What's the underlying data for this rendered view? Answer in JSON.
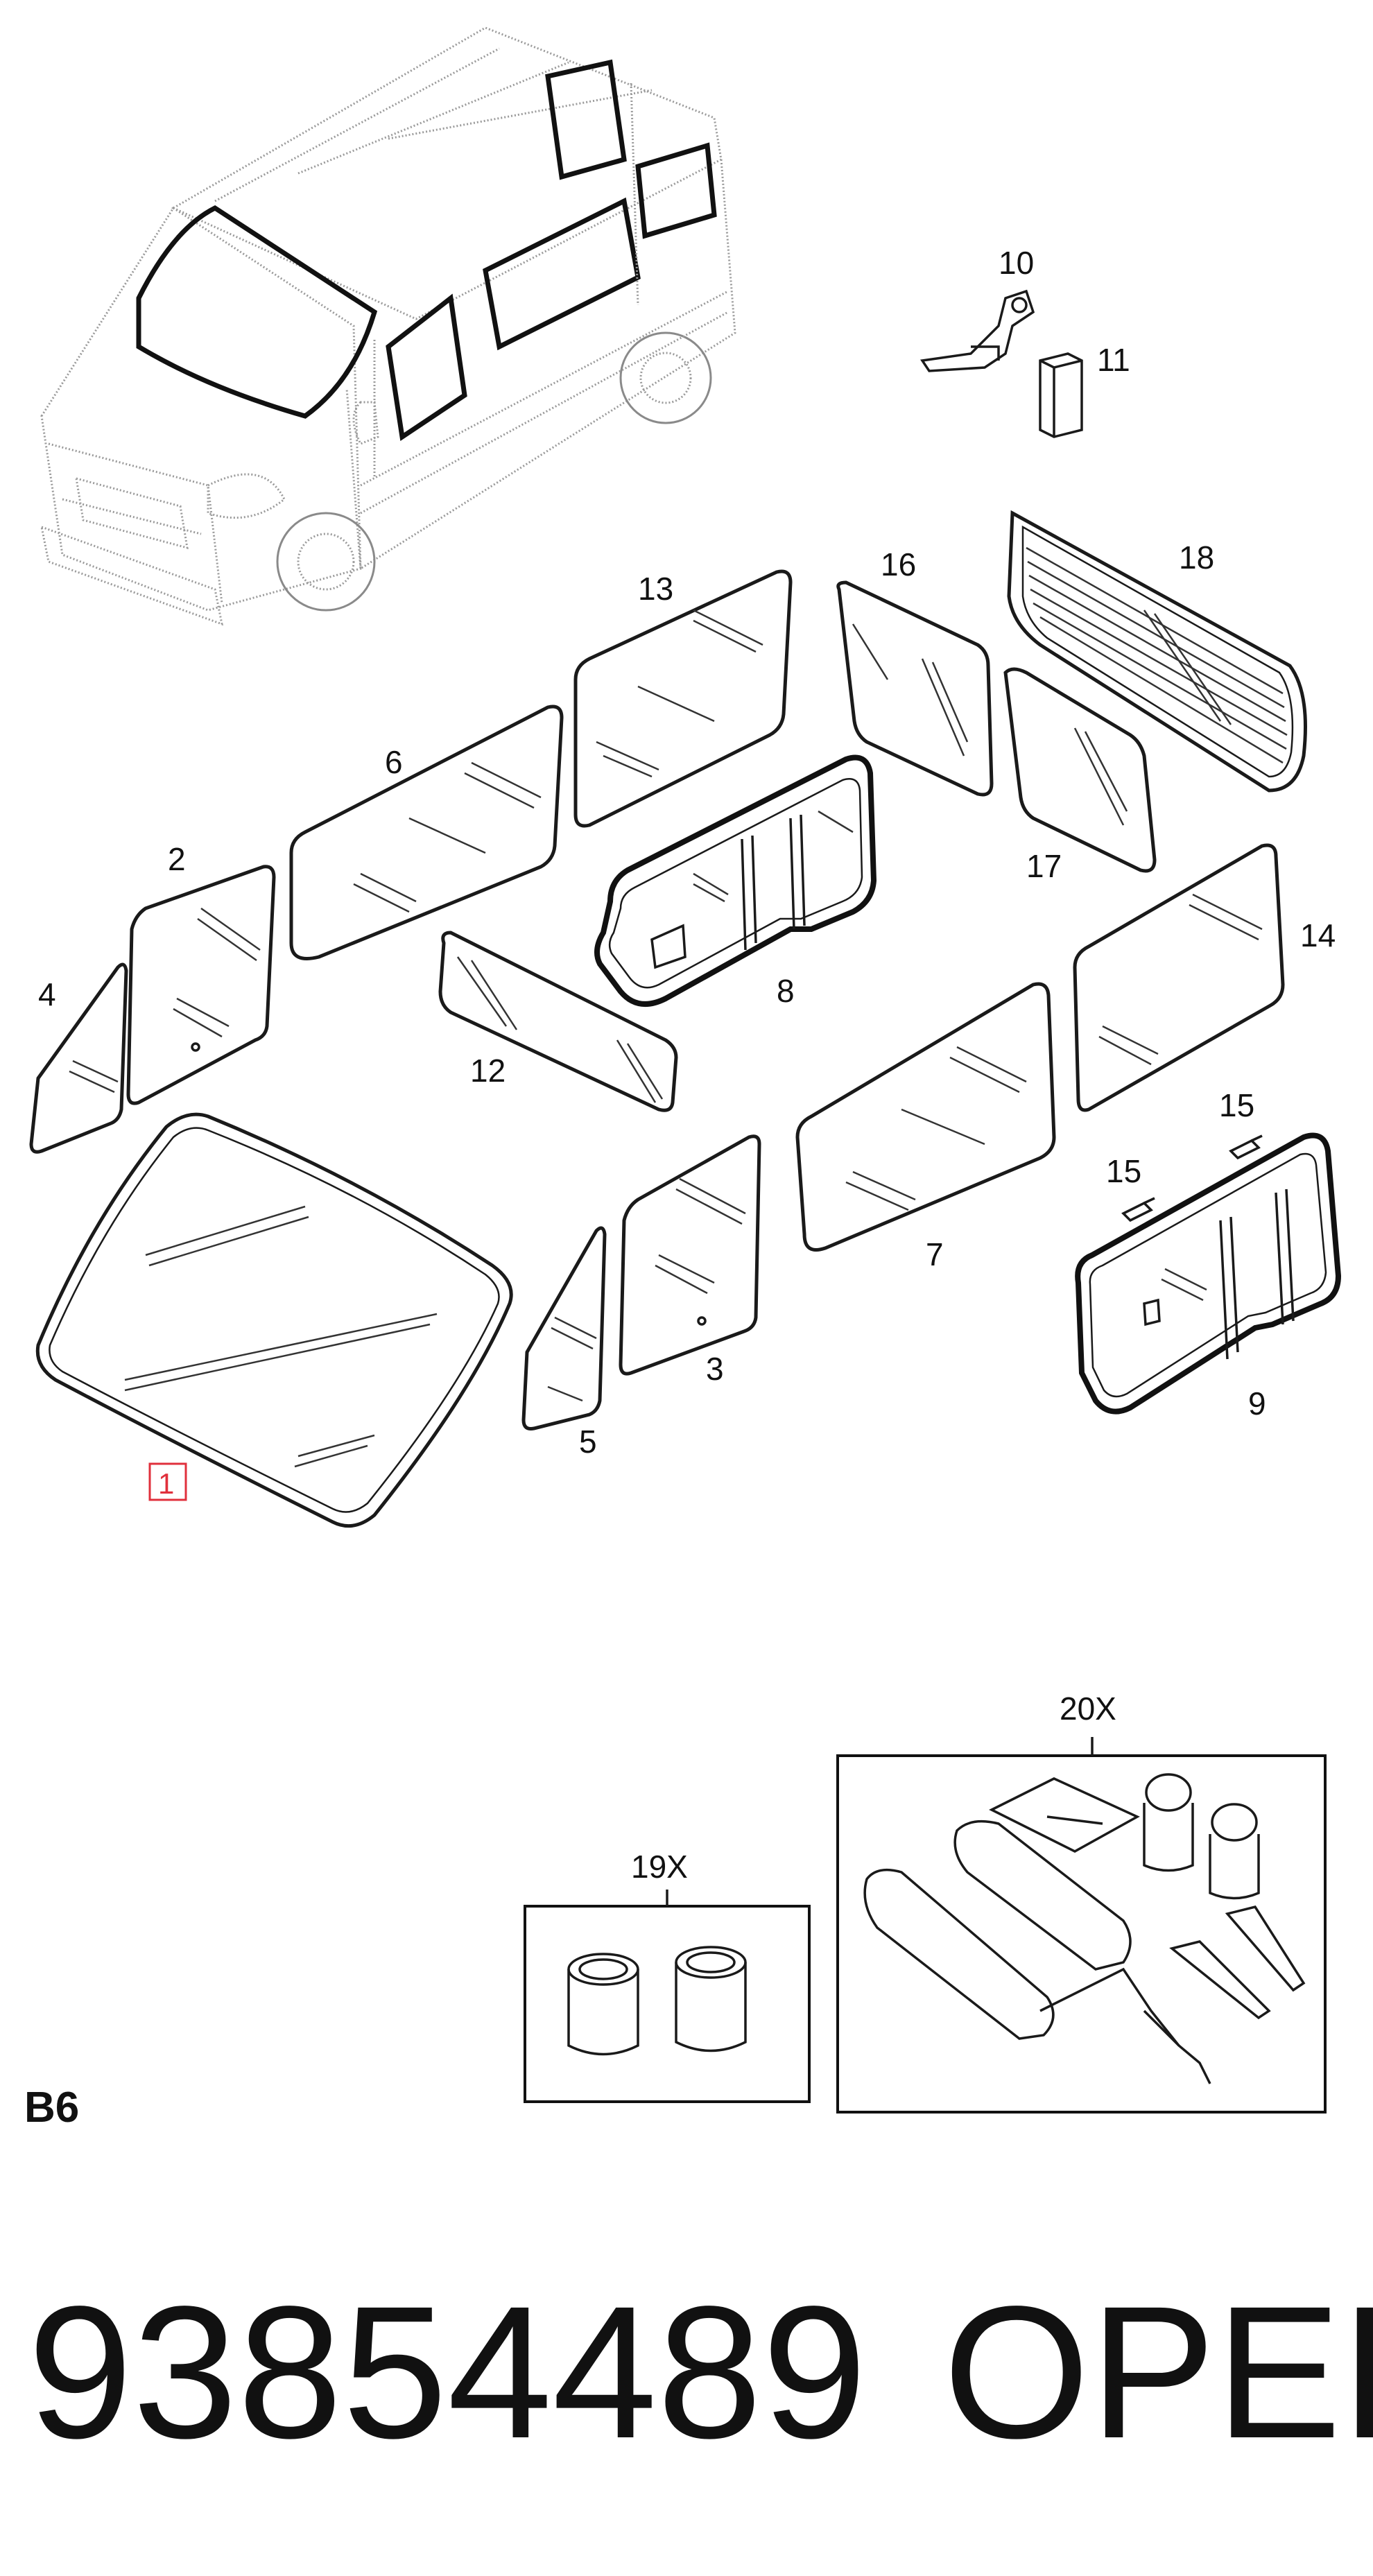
{
  "parts": {
    "p1": "1",
    "p2": "2",
    "p3": "3",
    "p4": "4",
    "p5": "5",
    "p6": "6",
    "p7": "7",
    "p8": "8",
    "p9": "9",
    "p10": "10",
    "p11": "11",
    "p12": "12",
    "p13": "13",
    "p14": "14",
    "p15a": "15",
    "p15b": "15",
    "p16": "16",
    "p17": "17",
    "p18": "18"
  },
  "kits": {
    "k19": "19X",
    "k20": "20X"
  },
  "section_label": "B6",
  "footer": {
    "part_number": "93854489",
    "brand": "OPEL"
  },
  "colors": {
    "highlight": "#e0303c"
  }
}
